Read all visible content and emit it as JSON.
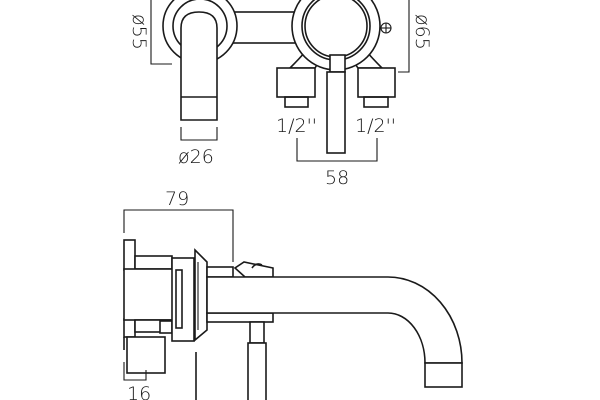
{
  "drawing": {
    "front_view": {
      "rosette_left_diameter": "ø55",
      "rosette_right_diameter": "ø65",
      "spout_diameter": "ø26",
      "inlet_left": "1/2''",
      "inlet_right": "1/2''",
      "inlet_centres": "58"
    },
    "side_view": {
      "overall_depth": "79",
      "plate_offset": "16"
    }
  }
}
